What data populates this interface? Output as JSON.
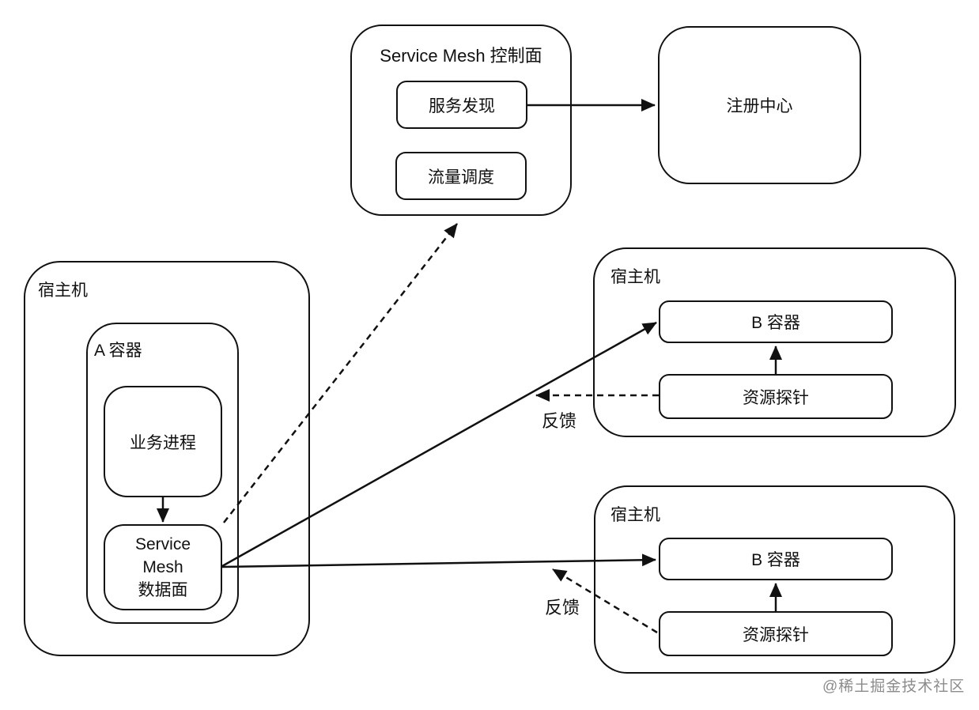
{
  "diagram": {
    "control_plane": {
      "title": "Service Mesh 控制面",
      "service_discovery": "服务发现",
      "traffic_scheduling": "流量调度"
    },
    "registry": {
      "label": "注册中心"
    },
    "host_a": {
      "label": "宿主机",
      "container_a": {
        "label": "A 容器",
        "business_process": "业务进程",
        "data_plane_lines": [
          "Service",
          "Mesh",
          "数据面"
        ]
      }
    },
    "host_b1": {
      "label": "宿主机",
      "container_b": "B 容器",
      "probe": "资源探针",
      "feedback": "反馈"
    },
    "host_b2": {
      "label": "宿主机",
      "container_b": "B 容器",
      "probe": "资源探针",
      "feedback": "反馈"
    },
    "watermark": "@稀土掘金技术社区",
    "colors": {
      "stroke": "#111111",
      "background": "#ffffff",
      "watermark": "#8c8c8c"
    }
  }
}
